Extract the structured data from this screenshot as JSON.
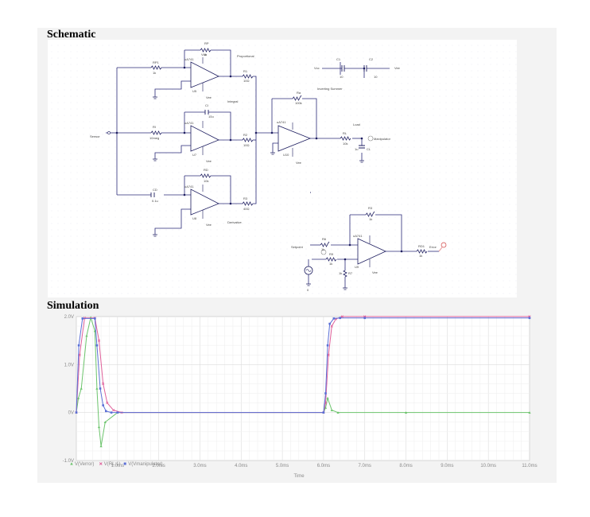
{
  "headings": {
    "schematic": "Schematic",
    "simulation": "Simulation"
  },
  "schematic": {
    "labels": {
      "rp_name": "RP",
      "rp_value": "1k",
      "rp1_name": "RP1",
      "rp1_value": "1k",
      "proportional": "Proportional",
      "u5": "U5",
      "ua741": "uA741",
      "r1_name": "R1",
      "r1_value": "10Ω",
      "integral": "Integral",
      "ci_name": "CI",
      "ci_value": "10u",
      "ri_name": "RI",
      "ri_value": "10meg",
      "u7": "U7",
      "r2_name": "R2",
      "r2_value": "10Ω",
      "sensor": "Sensor",
      "rd_name": "RD",
      "rd_value": "10k",
      "cd_name": "CD",
      "cd_value": "0.1u",
      "u8": "U8",
      "r3_name": "R3",
      "r3_value": "40Ω",
      "derivative": "Derivative",
      "c1_name": "C1",
      "c1_value": "10",
      "c2_name": "C2",
      "c2_value": "10",
      "inverting": "Inverting Summer",
      "ra_name": "Ra",
      "ra_value": "100k",
      "u10": "U10",
      "load": "Load",
      "rl_name": "RL",
      "rl_value": "10k",
      "cl_name": "CL",
      "cl_value": "1u",
      "manipulator": "Manipulator",
      "setpoint": "Setpoint",
      "rr_name": "R3",
      "rr_value": "1k",
      "rb_name": "R6",
      "rb_value": "1k",
      "r9_name": "R9",
      "r9_value": "1k",
      "r7_name": "R7",
      "r7_value": "1k",
      "u9": "U9",
      "rd1_name": "RD1",
      "rd1_value": "1k",
      "error": "Error",
      "vcc": "Vcc",
      "vee": "Vee",
      "zero": "0"
    }
  },
  "chart_data": {
    "type": "line",
    "title": "",
    "xlabel": "Time",
    "ylabel": "",
    "xlim": [
      0,
      11
    ],
    "ylim": [
      -1.0,
      2.0
    ],
    "x_ticks": [
      "1.0ms",
      "2.0ms",
      "3.0ms",
      "4.0ms",
      "5.0ms",
      "6.0ms",
      "7.0ms",
      "8.0ms",
      "9.0ms",
      "10.0ms",
      "11.0ms"
    ],
    "x_tick_values": [
      1,
      2,
      3,
      4,
      5,
      6,
      7,
      8,
      9,
      10,
      11
    ],
    "y_ticks": [
      "2.0V",
      "1.0V",
      "0V",
      "-1.0V"
    ],
    "y_tick_values": [
      2.0,
      1.0,
      0,
      -1.0
    ],
    "grid": true,
    "legend_position": "bottom-left",
    "legend": [
      "V(Verror)",
      "V(RL:1)",
      "V(Vmanipulator)"
    ],
    "series": [
      {
        "name": "V(Verror)",
        "color": "#6cc46c",
        "marker": "triangle",
        "x": [
          0,
          0.05,
          0.12,
          0.25,
          0.35,
          0.45,
          0.5,
          0.55,
          0.6,
          0.7,
          1.0,
          6.0,
          6.05,
          6.1,
          6.2,
          6.35,
          8.0,
          11.0
        ],
        "y": [
          0,
          0.3,
          0.5,
          1.6,
          1.98,
          1.7,
          0.5,
          -0.3,
          -0.7,
          -0.2,
          0,
          0,
          0.1,
          0.3,
          0.05,
          0,
          0,
          0
        ]
      },
      {
        "name": "V(RL:1)",
        "color": "#e0609a",
        "marker": "x",
        "x": [
          0,
          0.08,
          0.2,
          0.45,
          0.55,
          0.65,
          0.75,
          0.9,
          1.1,
          6.0,
          6.05,
          6.12,
          6.2,
          6.3,
          6.45,
          7.0,
          11.0
        ],
        "y": [
          0,
          1.2,
          1.97,
          1.97,
          1.5,
          0.6,
          0.2,
          0.05,
          0,
          0,
          0.2,
          1.2,
          1.8,
          1.95,
          2.0,
          2.0,
          2.0
        ]
      },
      {
        "name": "V(Vmanipulator)",
        "color": "#5b6fd6",
        "marker": "square",
        "x": [
          0,
          0.06,
          0.15,
          0.45,
          0.5,
          0.58,
          0.65,
          0.72,
          0.85,
          1.0,
          6.0,
          6.05,
          6.1,
          6.15,
          6.25,
          6.4,
          7.0,
          11.0
        ],
        "y": [
          0,
          1.4,
          1.96,
          1.96,
          1.4,
          0.5,
          0.15,
          0.03,
          0,
          0,
          0,
          0.4,
          1.4,
          1.85,
          1.96,
          1.97,
          1.97,
          1.97
        ]
      }
    ]
  }
}
